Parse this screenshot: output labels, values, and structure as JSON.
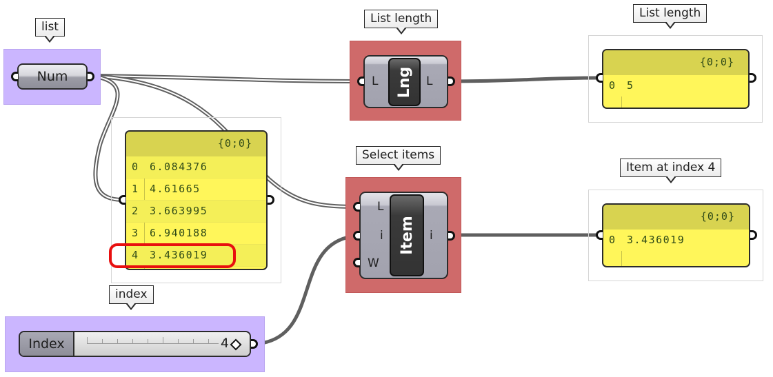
{
  "canvas": {
    "wire_color": "#5f5f5f",
    "group_colors": {
      "params": "#cbb6ff",
      "components": "#cf6a6a",
      "panels": "#ffffff"
    },
    "panel_color": "#fff65a"
  },
  "nodes": {
    "num_param": {
      "group_label": "list",
      "label": "Num"
    },
    "list_length": {
      "group_label": "List length",
      "core_label": "Lng",
      "input_label": "L",
      "output_label": "L"
    },
    "list_length_panel": {
      "group_label": "List length",
      "path": "{0;0}",
      "rows": [
        {
          "index": "0",
          "value": "5"
        }
      ]
    },
    "values_panel": {
      "path": "{0;0}",
      "rows": [
        {
          "index": "0",
          "value": "6.084376"
        },
        {
          "index": "1",
          "value": "4.61665"
        },
        {
          "index": "2",
          "value": "3.663995"
        },
        {
          "index": "3",
          "value": "6.940188"
        },
        {
          "index": "4",
          "value": "3.436019"
        }
      ],
      "highlighted_row": 4
    },
    "select_items": {
      "group_label": "Select items",
      "core_label": "Item",
      "inputs": [
        "L",
        "i",
        "W"
      ],
      "output_label": "i"
    },
    "item_panel": {
      "group_label": "Item at index 4",
      "path": "{0;0}",
      "rows": [
        {
          "index": "0",
          "value": "3.436019"
        }
      ]
    },
    "index_slider": {
      "group_label": "index",
      "label": "Index",
      "value": "4"
    }
  }
}
